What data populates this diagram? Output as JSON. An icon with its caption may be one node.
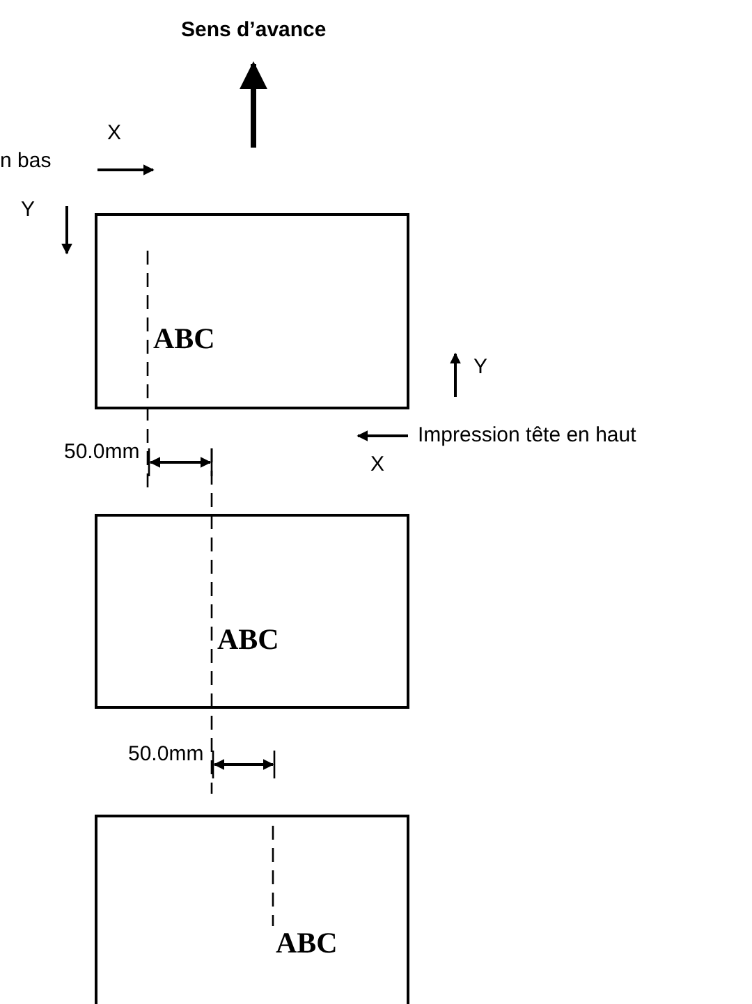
{
  "diagram": {
    "nodes": [
      {
        "text": [
          "ABC"
        ]
      },
      {
        "text": [
          "ABC"
        ]
      },
      {
        "text": [
          "ABC"
        ]
      }
    ],
    "labels": [
      "Sens d’avance",
      "n bas",
      "X",
      "Y",
      "Y",
      "Impression tête en haut",
      "50.0mm",
      "X",
      "50.0mm"
    ]
  }
}
